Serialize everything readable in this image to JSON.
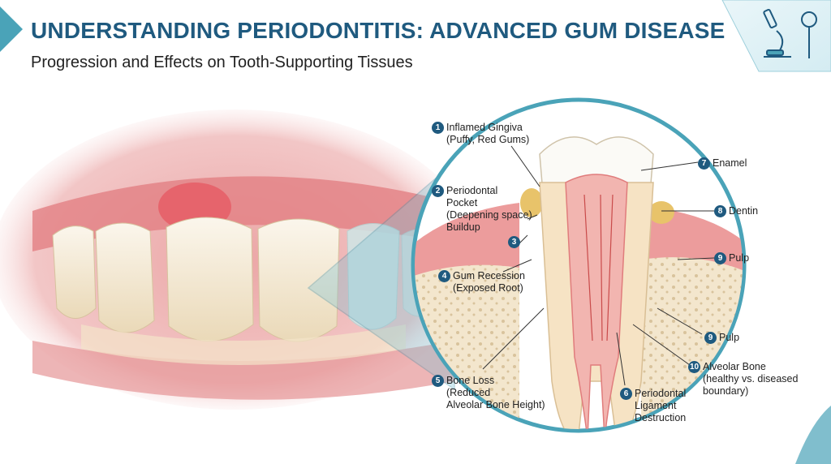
{
  "header": {
    "title": "UNDERSTANDING PERIODONTITIS: ADVANCED GUM DISEASE",
    "subtitle": "Progression and Effects on Tooth-Supporting Tissues"
  },
  "icons": {
    "corner": "microscope-icon",
    "corner_secondary": "magnifier-icon"
  },
  "colors": {
    "title": "#1f5a7f",
    "accent": "#4aa3b8",
    "gum": "#e88f92",
    "bone": "#f1e2c7",
    "tooth": "#f6ecd8"
  },
  "labels": [
    {
      "num": "1",
      "lines": [
        "Inflamed Gingiva",
        "(Puffy, Red Gums)"
      ]
    },
    {
      "num": "2",
      "lines": [
        "Periodontal",
        "Pocket",
        "(Deepening space)",
        "Buildup"
      ]
    },
    {
      "num": "3",
      "lines": []
    },
    {
      "num": "4",
      "lines": [
        "Gum Recession",
        "(Exposed Root)"
      ]
    },
    {
      "num": "5",
      "lines": [
        "Bone Loss",
        "(Reduced",
        "Alveolar Bone Height)"
      ]
    },
    {
      "num": "6",
      "lines": [
        "Periodontal",
        "Ligament",
        "Destruction"
      ]
    },
    {
      "num": "7",
      "lines": [
        "Enamel"
      ]
    },
    {
      "num": "8",
      "lines": [
        "Dentin"
      ]
    },
    {
      "num": "9",
      "lines": [
        "Pulp"
      ]
    },
    {
      "num": "9",
      "lines": [
        "Pulp"
      ]
    },
    {
      "num": "10",
      "lines": [
        "Alveolar Bone",
        "(healthy vs. diseased",
        "boundary)"
      ]
    }
  ]
}
